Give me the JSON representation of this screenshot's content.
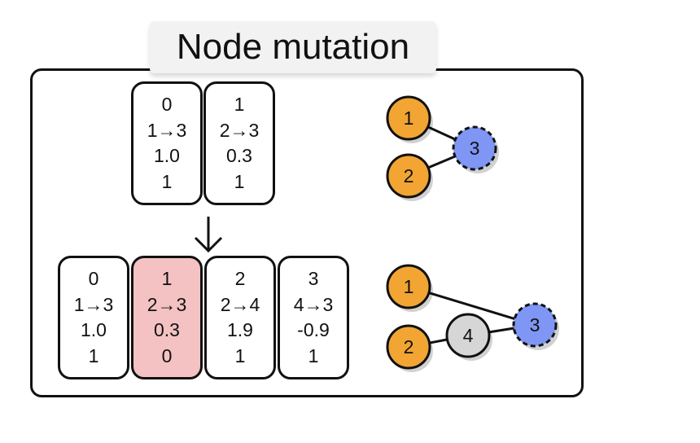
{
  "title": "Node mutation",
  "colors": {
    "input_node": "#f2a533",
    "output_node": "#7f96f5",
    "hidden_node": "#d6d6d6",
    "disabled_gene": "#f4c2c2"
  },
  "genome_before": [
    {
      "innovation": "0",
      "connection": "1→3",
      "weight": "1.0",
      "enabled": "1"
    },
    {
      "innovation": "1",
      "connection": "2→3",
      "weight": "0.3",
      "enabled": "1"
    }
  ],
  "genome_after": [
    {
      "innovation": "0",
      "connection": "1→3",
      "weight": "1.0",
      "enabled": "1"
    },
    {
      "innovation": "1",
      "connection": "2→3",
      "weight": "0.3",
      "enabled": "0"
    },
    {
      "innovation": "2",
      "connection": "2→4",
      "weight": "1.9",
      "enabled": "1"
    },
    {
      "innovation": "3",
      "connection": "4→3",
      "weight": "-0.9",
      "enabled": "1"
    }
  ],
  "network_before": {
    "nodes": [
      {
        "label": "1",
        "type": "input"
      },
      {
        "label": "2",
        "type": "input"
      },
      {
        "label": "3",
        "type": "output"
      }
    ],
    "edges": [
      [
        "1",
        "3"
      ],
      [
        "2",
        "3"
      ]
    ]
  },
  "network_after": {
    "nodes": [
      {
        "label": "1",
        "type": "input"
      },
      {
        "label": "2",
        "type": "input"
      },
      {
        "label": "4",
        "type": "hidden"
      },
      {
        "label": "3",
        "type": "output"
      }
    ],
    "edges": [
      [
        "1",
        "3"
      ],
      [
        "2",
        "4"
      ],
      [
        "4",
        "3"
      ]
    ]
  }
}
